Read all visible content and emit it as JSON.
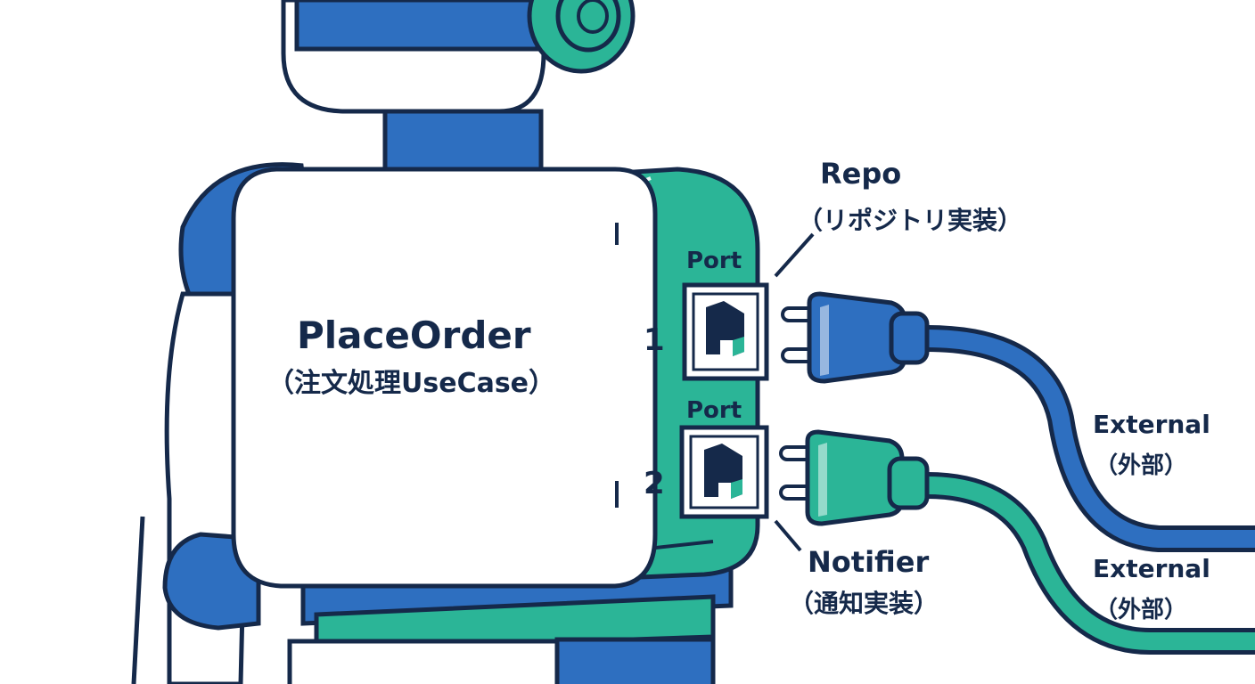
{
  "component": {
    "title": "PlaceOrder",
    "subtitle": "（注文処理UseCase）"
  },
  "ports": [
    {
      "word": "Port",
      "number": "1"
    },
    {
      "word": "Port",
      "number": "2"
    }
  ],
  "adapters": [
    {
      "title": "Repo",
      "subtitle": "（リポジトリ実装）"
    },
    {
      "title": "Notifier",
      "subtitle": "（通知実装）"
    }
  ],
  "external": [
    {
      "title": "External",
      "subtitle": "（外部）"
    },
    {
      "title": "External",
      "subtitle": "（外部）"
    }
  ],
  "colors": {
    "blue": "#2e6fc0",
    "teal": "#2bb597",
    "outline": "#15294a"
  }
}
